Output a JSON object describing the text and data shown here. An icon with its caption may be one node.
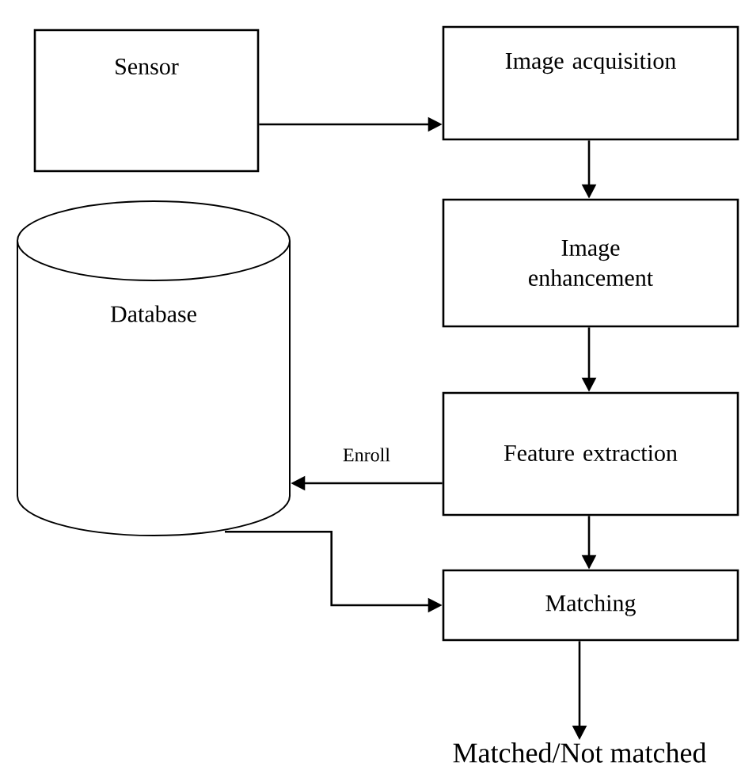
{
  "diagram": {
    "nodes": [
      {
        "text": [
          "Sensor"
        ]
      },
      {
        "text": [
          "Image acquisition"
        ]
      },
      {
        "text": [
          "Image enhancement"
        ]
      },
      {
        "text": [
          "Database"
        ]
      },
      {
        "text": [
          "Feature extraction"
        ]
      },
      {
        "text": [
          "Matching"
        ]
      },
      {
        "text": [
          "Matched/Not matched"
        ]
      }
    ],
    "edges": [
      {
        "from": 0,
        "to": 1,
        "arrow": "to"
      },
      {
        "from": 1,
        "to": 2,
        "arrow": "to"
      },
      {
        "from": 2,
        "to": 4,
        "arrow": "to"
      },
      {
        "from": 4,
        "to": 3,
        "arrow": "to",
        "label": "Enroll"
      },
      {
        "from": 4,
        "to": 5,
        "arrow": "to"
      },
      {
        "from": 3,
        "to": 5,
        "arrow": "to"
      },
      {
        "from": 5,
        "to": 6,
        "arrow": "to"
      }
    ]
  }
}
